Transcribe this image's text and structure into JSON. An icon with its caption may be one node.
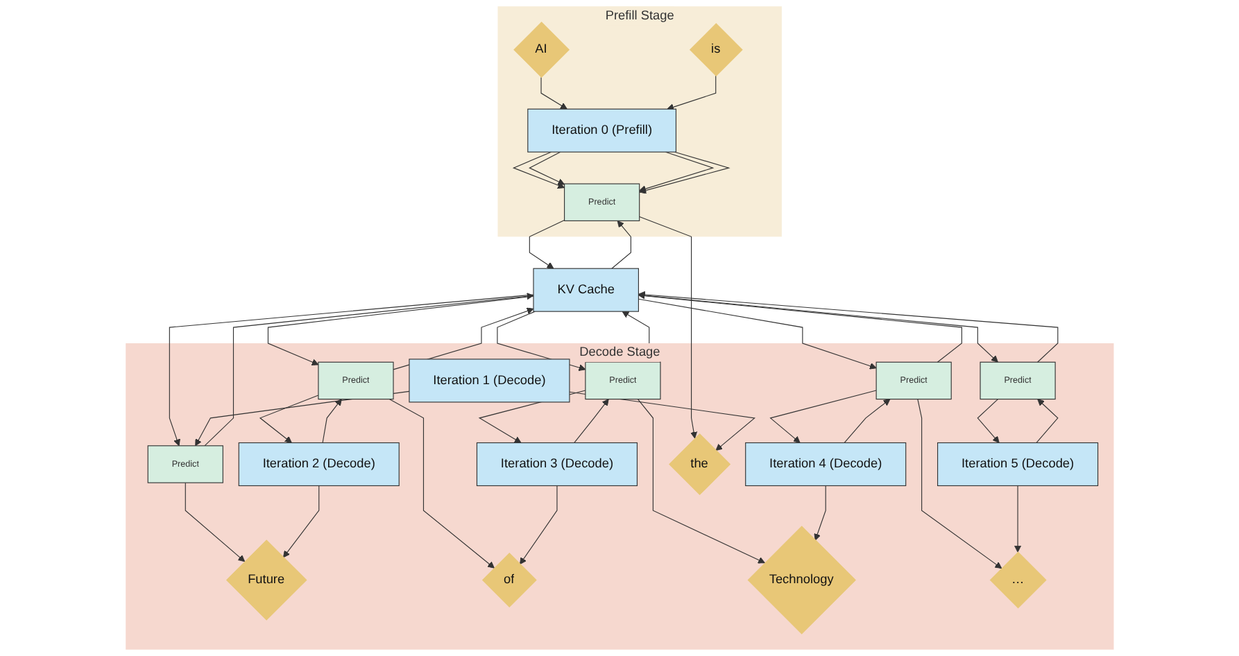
{
  "diagram": {
    "nodes": [
      {
        "text": [
          "Prefill Stage"
        ]
      },
      {
        "text": [
          "Decode Stage"
        ]
      },
      {
        "text": [
          "KV Cache"
        ]
      },
      {
        "text": [
          "Predict"
        ],
        "in": 0
      },
      {
        "text": [
          "Predict"
        ],
        "in": 1
      },
      {
        "text": [
          "Predict"
        ],
        "in": 1
      },
      {
        "text": [
          "Predict"
        ],
        "in": 1
      },
      {
        "text": [
          "Predict"
        ],
        "in": 1
      },
      {
        "text": [
          "Predict"
        ],
        "in": 1
      },
      {
        "text": [
          "Iteration 0 (Prefill)"
        ],
        "in": 0
      },
      {
        "text": [
          "Iteration 1 (Decode)"
        ],
        "in": 1
      },
      {
        "text": [
          "Iteration 2 (Decode)"
        ],
        "in": 1
      },
      {
        "text": [
          "Iteration 3 (Decode)"
        ],
        "in": 1
      },
      {
        "text": [
          "Iteration 4 (Decode)"
        ],
        "in": 1
      },
      {
        "text": [
          "Iteration 5 (Decode)"
        ],
        "in": 1
      },
      {
        "text": [
          "AI"
        ],
        "in": 0
      },
      {
        "text": [
          "is"
        ],
        "in": 0
      },
      {
        "text": [
          "the"
        ],
        "in": 1
      },
      {
        "text": [
          "Future"
        ],
        "in": 1
      },
      {
        "text": [
          "of"
        ],
        "in": 1
      },
      {
        "text": [
          "Technology"
        ],
        "in": 1
      },
      {
        "text": [
          "…"
        ],
        "in": 1
      }
    ],
    "edges": [
      {
        "from": 2,
        "to": 3,
        "arrow": "to"
      },
      {
        "from": 3,
        "to": 2,
        "arrow": "to"
      },
      {
        "from": 2,
        "to": 4,
        "arrow": "to"
      },
      {
        "from": 4,
        "to": 2,
        "arrow": "to"
      },
      {
        "from": 2,
        "to": 5,
        "arrow": "to"
      },
      {
        "from": 5,
        "to": 2,
        "arrow": "to"
      },
      {
        "from": 2,
        "to": 6,
        "arrow": "to"
      },
      {
        "from": 6,
        "to": 2,
        "arrow": "to"
      },
      {
        "from": 2,
        "to": 7,
        "arrow": "to"
      },
      {
        "from": 7,
        "to": 2,
        "arrow": "to"
      },
      {
        "from": 2,
        "to": 8,
        "arrow": "to"
      },
      {
        "from": 8,
        "to": 2,
        "arrow": "to"
      },
      {
        "from": 9,
        "to": 3,
        "arrow": "to"
      },
      {
        "from": 9,
        "to": 3,
        "arrow": "to"
      },
      {
        "from": 9,
        "to": 3,
        "arrow": "to"
      },
      {
        "from": 9,
        "to": 3,
        "arrow": "to"
      },
      {
        "from": 15,
        "to": 9,
        "arrow": "to"
      },
      {
        "from": 16,
        "to": 9,
        "arrow": "to"
      },
      {
        "from": 3,
        "to": 17,
        "arrow": "to"
      },
      {
        "from": 10,
        "to": 4,
        "arrow": "to"
      },
      {
        "from": 10,
        "to": 17,
        "arrow": "to"
      },
      {
        "from": 4,
        "to": 18,
        "arrow": "to"
      },
      {
        "from": 5,
        "to": 11,
        "arrow": "to"
      },
      {
        "from": 11,
        "to": 5,
        "arrow": "to"
      },
      {
        "from": 11,
        "to": 18,
        "arrow": "to"
      },
      {
        "from": 5,
        "to": 19,
        "arrow": "to"
      },
      {
        "from": 6,
        "to": 12,
        "arrow": "to"
      },
      {
        "from": 12,
        "to": 6,
        "arrow": "to"
      },
      {
        "from": 12,
        "to": 19,
        "arrow": "to"
      },
      {
        "from": 6,
        "to": 20,
        "arrow": "to"
      },
      {
        "from": 7,
        "to": 13,
        "arrow": "to"
      },
      {
        "from": 13,
        "to": 7,
        "arrow": "to"
      },
      {
        "from": 13,
        "to": 20,
        "arrow": "to"
      },
      {
        "from": 7,
        "to": 21,
        "arrow": "to"
      },
      {
        "from": 8,
        "to": 14,
        "arrow": "to"
      },
      {
        "from": 14,
        "to": 8,
        "arrow": "to"
      },
      {
        "from": 14,
        "to": 21,
        "arrow": "to"
      }
    ]
  }
}
